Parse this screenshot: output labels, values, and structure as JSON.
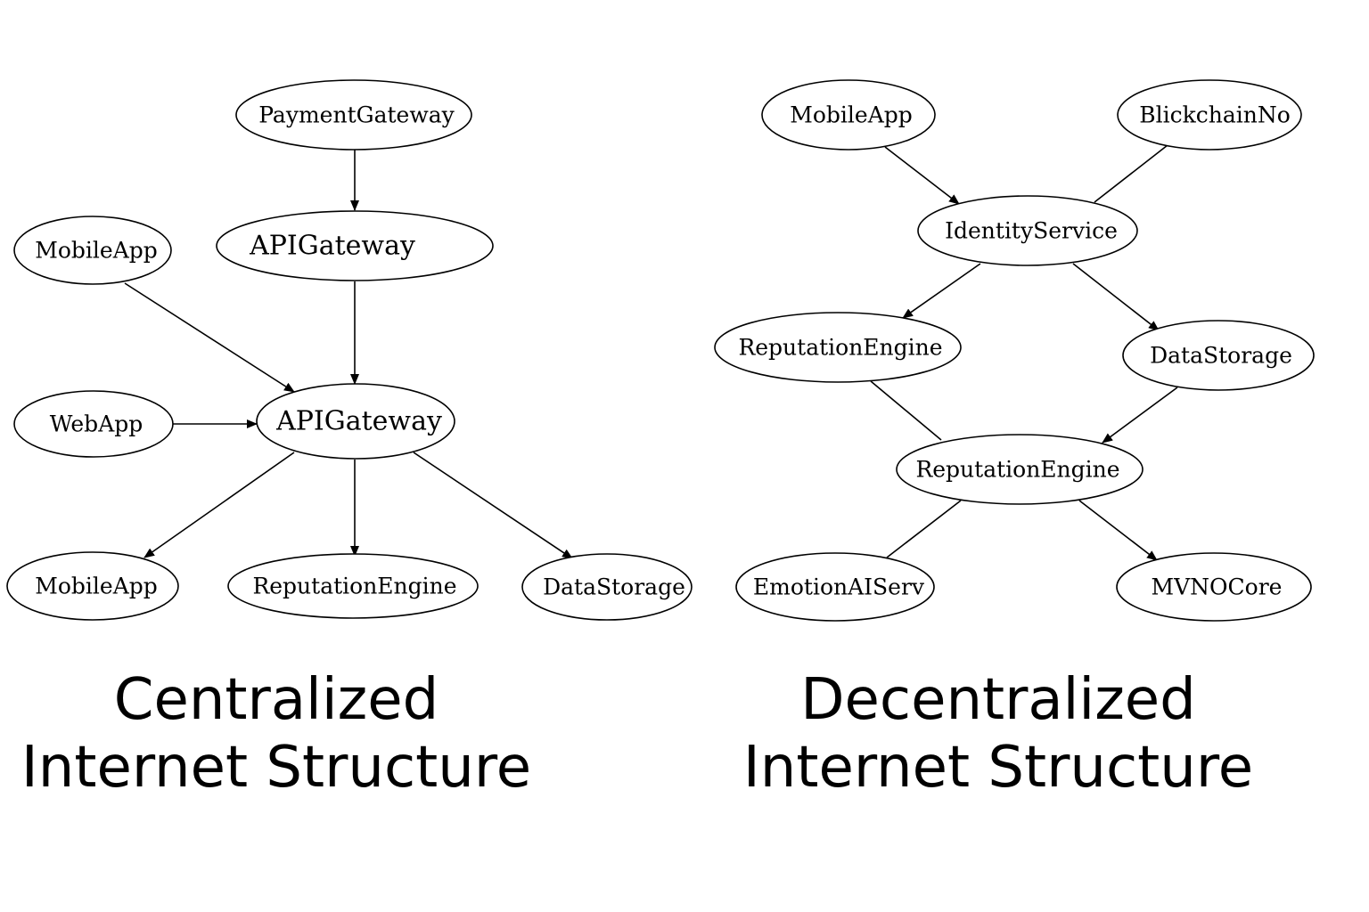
{
  "centralized": {
    "title_line1": "Centralized",
    "title_line2": "Internet Structure",
    "nodes": {
      "payment_gateway": "PaymentGateway",
      "api_gateway_top": "APIGateway",
      "mobile_app_top": "MobileApp",
      "web_app": "WebApp",
      "api_gateway_center": "APIGateway",
      "mobile_app_bottom": "MobileApp",
      "reputation_engine": "ReputationEngine",
      "data_storage": "DataStorage"
    },
    "edges": [
      {
        "from": "PaymentGateway",
        "to": "APIGateway",
        "arrow": true
      },
      {
        "from": "APIGateway",
        "to": "APIGateway",
        "arrow": true
      },
      {
        "from": "MobileApp",
        "to": "APIGateway",
        "arrow": true
      },
      {
        "from": "WebApp",
        "to": "APIGateway",
        "arrow": true
      },
      {
        "from": "APIGateway",
        "to": "MobileApp",
        "arrow": true
      },
      {
        "from": "APIGateway",
        "to": "ReputationEngine",
        "arrow": true
      },
      {
        "from": "APIGateway",
        "to": "DataStorage",
        "arrow": true
      }
    ]
  },
  "decentralized": {
    "title_line1": "Decentralized",
    "title_line2": "Internet Structure",
    "nodes": {
      "mobile_app": "MobileApp",
      "blockchain_node": "BlickchainNo",
      "identity_service": "IdentityService",
      "reputation_engine_top": "ReputationEngine",
      "data_storage": "DataStorage",
      "reputation_engine_center": "ReputationEngine",
      "emotion_ai_service": "EmotionAIServ",
      "mvno_core": "MVNOCore"
    },
    "edges": [
      {
        "from": "MobileApp",
        "to": "IdentityService",
        "arrow": true
      },
      {
        "from": "BlickchainNo",
        "to": "IdentityService",
        "arrow": false
      },
      {
        "from": "IdentityService",
        "to": "ReputationEngine",
        "arrow": true
      },
      {
        "from": "IdentityService",
        "to": "DataStorage",
        "arrow": true
      },
      {
        "from": "ReputationEngine",
        "to": "ReputationEngine",
        "arrow": false
      },
      {
        "from": "DataStorage",
        "to": "ReputationEngine",
        "arrow": true
      },
      {
        "from": "ReputationEngine",
        "to": "EmotionAIServ",
        "arrow": false
      },
      {
        "from": "ReputationEngine",
        "to": "MVNOCore",
        "arrow": true
      }
    ]
  },
  "colors": {
    "stroke": "#000000",
    "background": "#ffffff"
  }
}
